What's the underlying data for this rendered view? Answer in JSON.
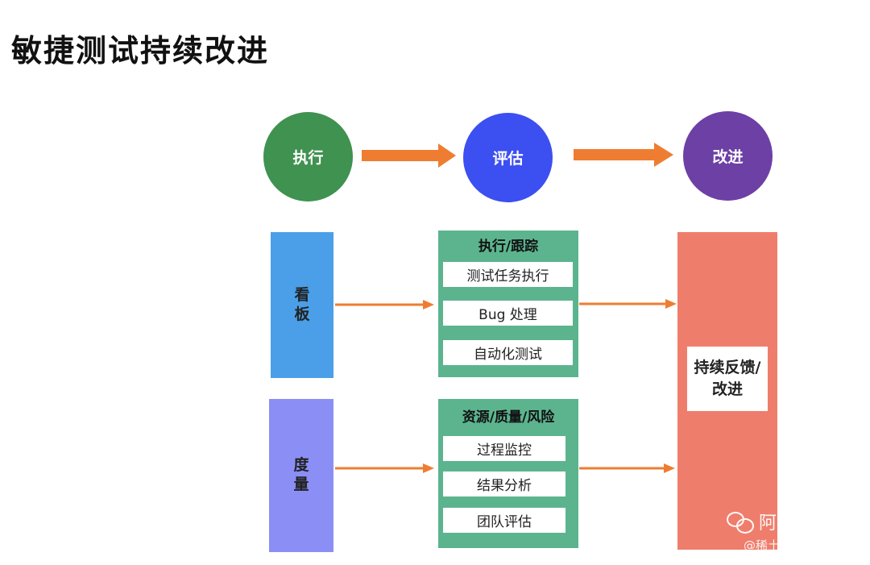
{
  "title": "敏捷测试持续改进",
  "steps": [
    {
      "label": "执行",
      "color": "#3f9250"
    },
    {
      "label": "评估",
      "color": "#3c4ff1"
    },
    {
      "label": "改进",
      "color": "#6d40a5"
    }
  ],
  "left": {
    "kanban": {
      "label": "看板",
      "color": "#4a9fe8"
    },
    "metric": {
      "label": "度量",
      "color": "#8b8ff5"
    }
  },
  "middle": {
    "color": "#5cb48f",
    "top": {
      "title": "执行/跟踪",
      "items": [
        "测试任务执行",
        "Bug 处理",
        "自动化测试"
      ]
    },
    "bottom": {
      "title": "资源/质量/风险",
      "items": [
        "过程监控",
        "结果分析",
        "团队评估"
      ]
    }
  },
  "right": {
    "color": "#ef7d6b",
    "label": "持续反馈/改进"
  },
  "arrow_color": "#ee7d32",
  "watermark": {
    "main": "阿萨聊测试",
    "sub": "@稀土掘金技术社区",
    "icon": "wechat-icon"
  }
}
